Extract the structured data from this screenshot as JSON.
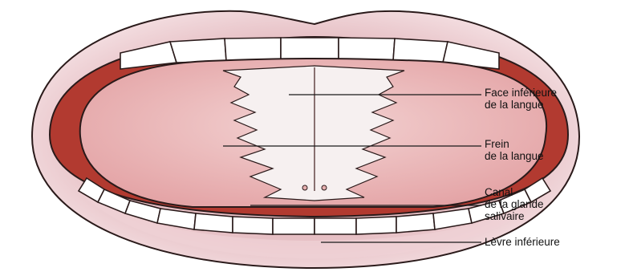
{
  "labels": [
    {
      "line1": "Face inférieure",
      "line2": "de la langue",
      "line3": ""
    },
    {
      "line1": "Frein",
      "line2": "de la langue",
      "line3": ""
    },
    {
      "line1": "Canal",
      "line2": "de la glande",
      "line3": "salivaire"
    },
    {
      "line1": "Lèvre inférieure",
      "line2": "",
      "line3": ""
    }
  ],
  "colors": {
    "lip": "#e8c4c8",
    "mouth_interior": "#b23a30",
    "tongue": "#e9b3b5",
    "frenulum": "#f6f0f0",
    "teeth": "#ffffff",
    "outline": "#2a1a1a"
  }
}
